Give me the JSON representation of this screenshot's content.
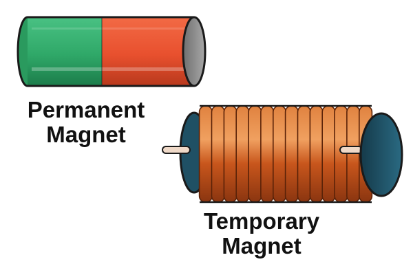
{
  "labels": {
    "permanent_line1": "Permanent",
    "permanent_line2": "Magnet",
    "temporary_line1": "Temporary",
    "temporary_line2": "Magnet"
  },
  "colors": {
    "north_green": "#2fa868",
    "south_red": "#e8502e",
    "end_cap_gray": "#8e8e8e",
    "coil_copper": "#c8561c",
    "core_teal": "#1f5064",
    "wire_lead": "#efd9c8"
  },
  "coil": {
    "turns": 14
  }
}
